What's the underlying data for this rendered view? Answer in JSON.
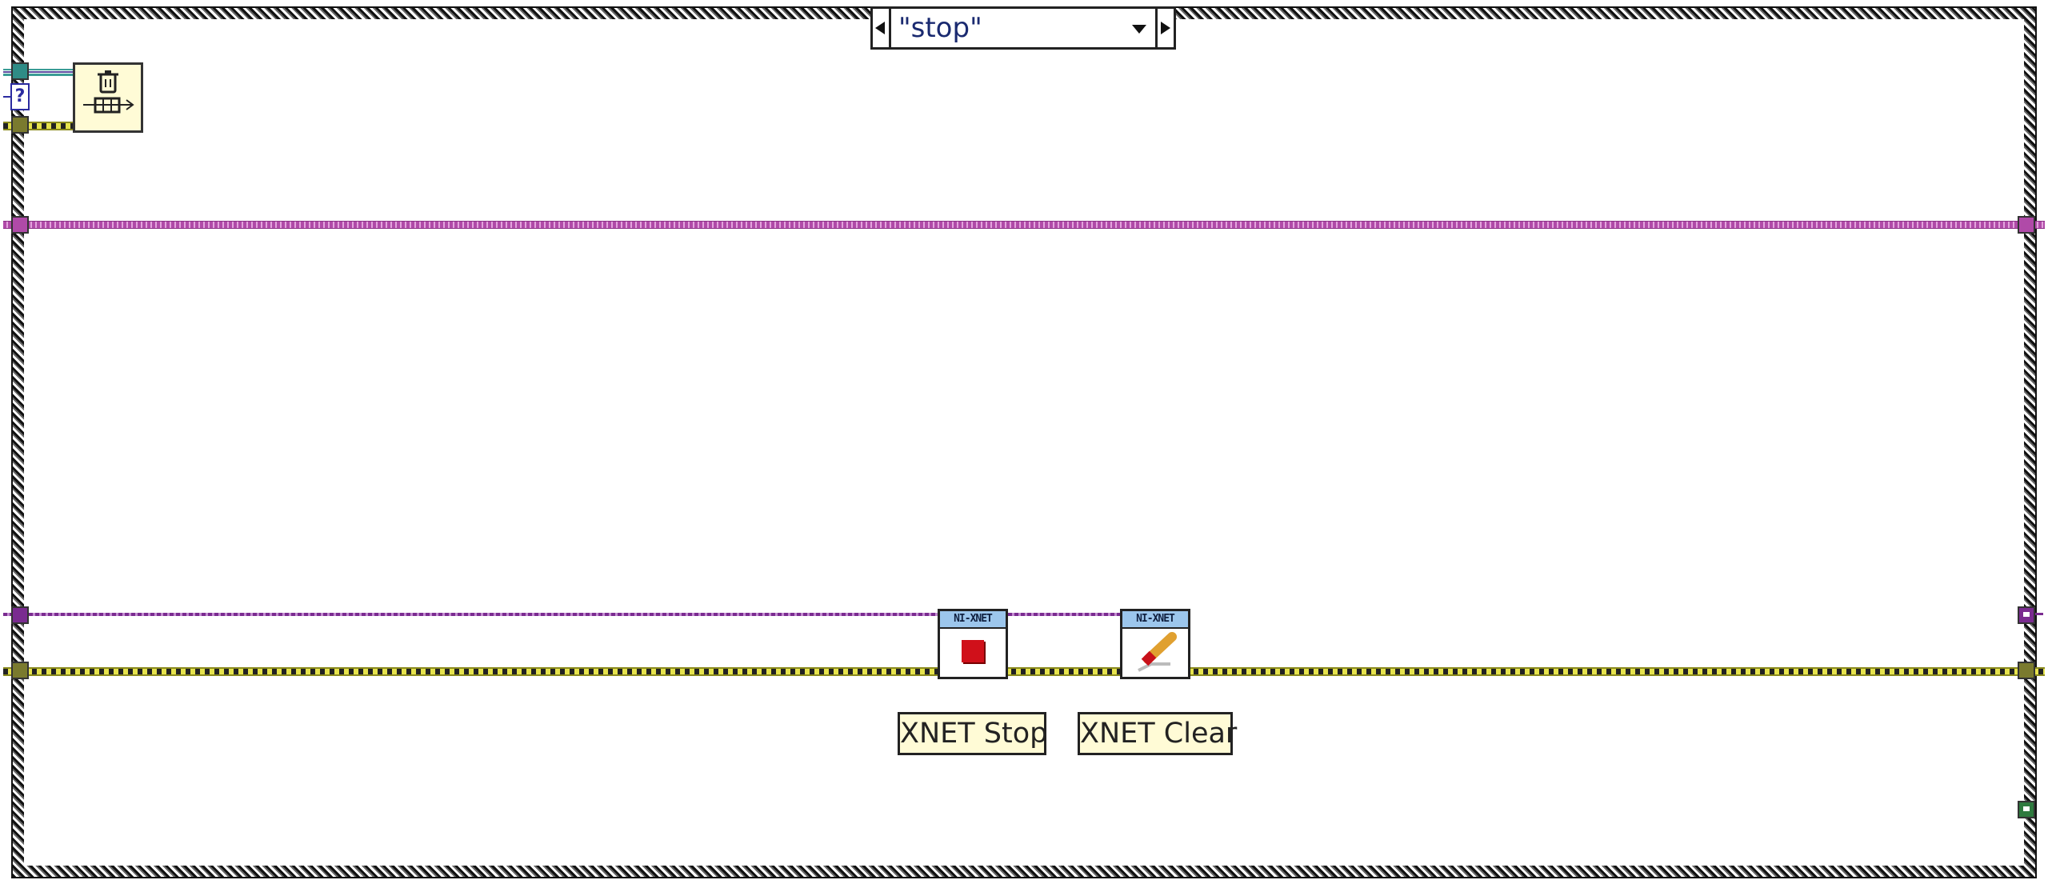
{
  "case_structure": {
    "selector_value": "\"stop\"",
    "prev_case_icon": "triangle-left",
    "next_case_icon": "triangle-right",
    "dropdown_icon": "triangle-down"
  },
  "nodes": [
    {
      "id": "flush",
      "icon": "trash-queue-icon"
    },
    {
      "id": "xnet-stop",
      "header": "NI-XNET",
      "icon": "red-stop-square",
      "label": "XNET Stop"
    },
    {
      "id": "xnet-clear",
      "header": "NI-XNET",
      "icon": "eraser",
      "label": "XNET Clear"
    }
  ],
  "colors": {
    "pink_wire": "#b04aa8",
    "purple_wire": "#7a2b90",
    "error_wire": "#e6e34c",
    "node_bg": "#fffbd6",
    "xnet_header": "#9cc6ec"
  }
}
